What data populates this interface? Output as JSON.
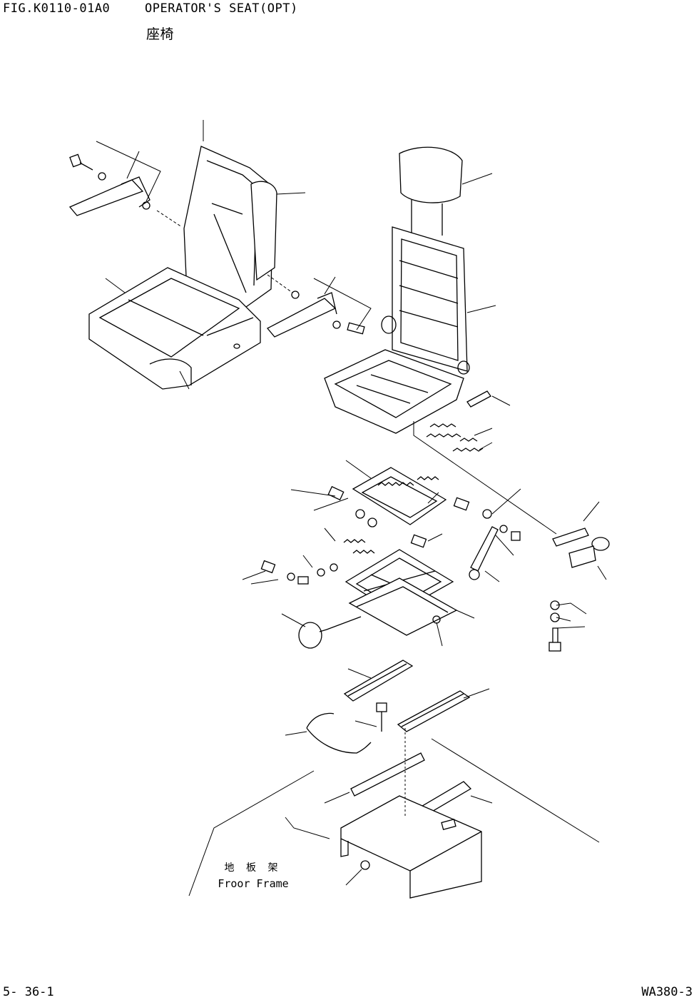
{
  "header": {
    "fig_code": "FIG.K0110-01A0",
    "title": "OPERATOR'S SEAT(OPT)",
    "title_cn": "座椅"
  },
  "callout": {
    "label_cn": "地 板 架",
    "label_en": "Froor Frame"
  },
  "footer": {
    "page": "5- 36-1",
    "model": "WA380-3"
  }
}
